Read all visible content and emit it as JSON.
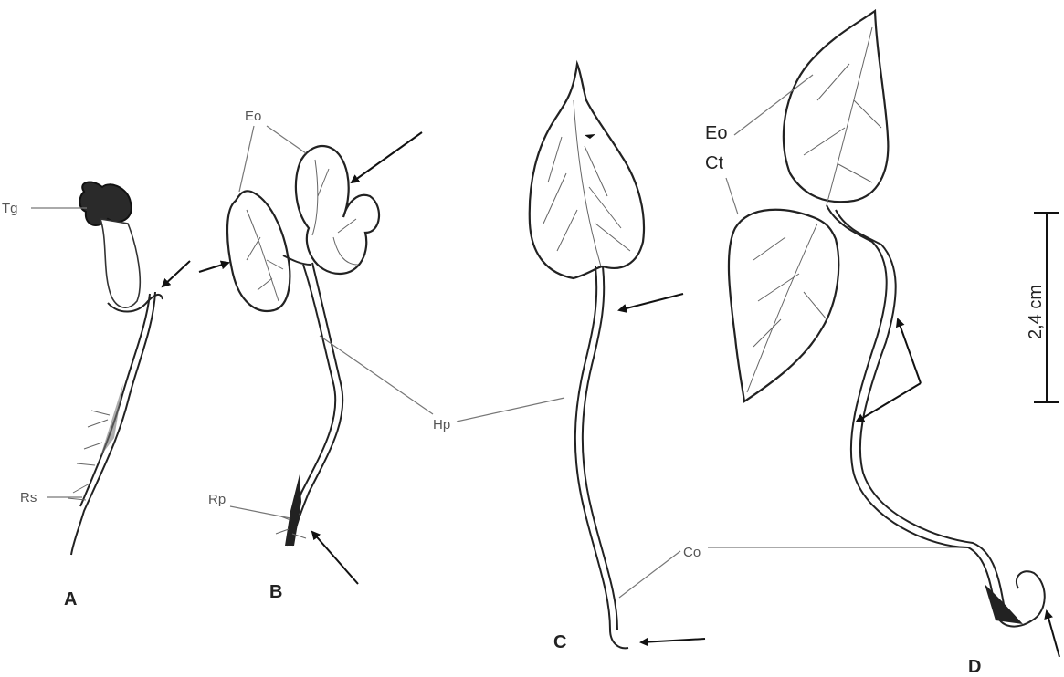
{
  "labels": {
    "tg": "Tg",
    "rs": "Rs",
    "eo_b": "Eo",
    "rp": "Rp",
    "hp": "Hp",
    "co": "Co",
    "eo_d": "Eo",
    "ct": "Ct"
  },
  "panels": {
    "a": "A",
    "b": "B",
    "c": "C",
    "d": "D"
  },
  "scale_bar": "2,4 cm"
}
